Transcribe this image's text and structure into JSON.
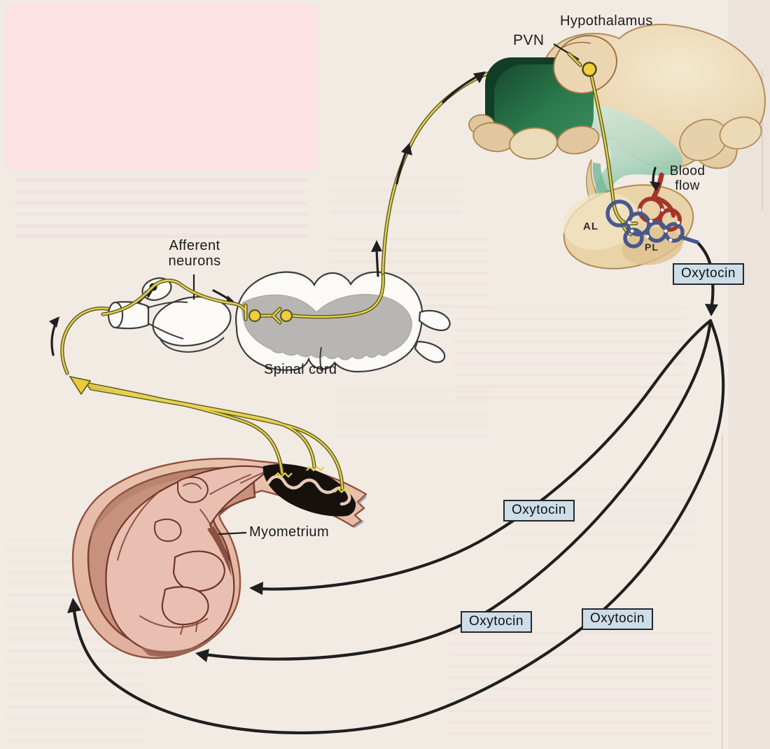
{
  "figure": {
    "type": "physiology-diagram",
    "subject": "Neuroendocrine reflex arc: cervical stretch, afferent neurons, hypothalamic PVN, posterior pituitary oxytocin release acting on myometrium"
  },
  "labels": {
    "hypothalamus": "Hypothalamus",
    "pvn": "PVN",
    "blood_flow_line1": "Blood",
    "blood_flow_line2": "flow",
    "anterior_lobe": "AL",
    "posterior_lobe": "PL",
    "afferent_line1": "Afferent",
    "afferent_line2": "neurons",
    "spinal_cord": "Spinal cord",
    "myometrium": "Myometrium"
  },
  "oxytocin_boxes": [
    {
      "label": "Oxytocin"
    },
    {
      "label": "Oxytocin"
    },
    {
      "label": "Oxytocin"
    },
    {
      "label": "Oxytocin"
    }
  ],
  "colors": {
    "background": "#f2ebe4",
    "pink_panel": "#fce1e5",
    "neuron_yellow": "#e7d24f",
    "neuron_outline": "#5d5a20",
    "soma_fill": "#f0ce3e",
    "hypothalamus_green_dark": "#123d27",
    "hypothalamus_green_mid": "#2b7a4d",
    "mint_band": "#bfdcca",
    "brain_tan": "#e9d2ac",
    "spinal_gray_matter": "#b8b6b3",
    "artery_red": "#a5352a",
    "vein_blue": "#47598c",
    "uterus_wall": "#e5bba9",
    "uterus_lining": "#c8917e",
    "fetus_pink": "#e9bfb1",
    "cervix_black": "#17110d",
    "pathway_black": "#1f1f1f",
    "oxytocin_box_bg": "#cddee9",
    "oxytocin_box_border": "#26282a"
  }
}
